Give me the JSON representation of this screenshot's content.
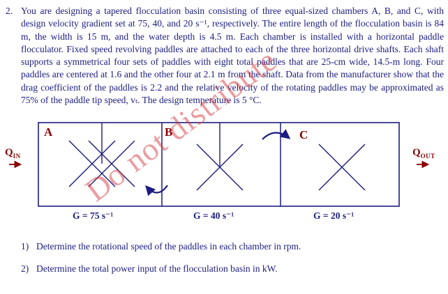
{
  "document": {
    "problem_number": "2.",
    "problem_text": "You are designing a tapered flocculation basin consisting of three equal-sized chambers A, B, and C, with design velocity gradient set at 75, 40, and 20 s⁻¹, respectively. The entire length of the flocculation basin is 84 m, the width is 15 m, and the water depth is 4.5 m. Each chamber is installed with a horizontal paddle flocculator. Fixed speed revolving paddles are attached to each of the three horizontal drive shafts. Each shaft supports a symmetrical four sets of paddles with eight total paddles that are 25-cm wide, 14.5-m long. Four paddles are centered at 1.6 and the other four at 2.1 m from the shaft. Data from the manufacturer show that the drag coefficient of the paddles is 2.2 and the relative velocity of the rotating paddles may be approximated as 75% of the paddle tip speed, vₜ. The design temperature is 5 °C.",
    "watermark_text": "Do not distribute",
    "diagram": {
      "chamber_a_label": "A",
      "chamber_b_label": "B",
      "chamber_c_label": "C",
      "g_labels": [
        "G = 75 s⁻¹",
        "G = 40 s⁻¹",
        "G = 20 s⁻¹"
      ],
      "q_in": {
        "symbol": "Q",
        "subscript": "IN"
      },
      "q_out": {
        "symbol": "Q",
        "subscript": "OUT"
      }
    },
    "questions": [
      {
        "number": "1)",
        "text": "Determine the rotational speed of the paddles in each chamber in rpm."
      },
      {
        "number": "2)",
        "text": "Determine the total power input of the flocculation basin in kW."
      }
    ],
    "colors": {
      "text_navy": "#1c1c80",
      "label_maroon": "#8b0000",
      "watermark_red": "#d63c44"
    }
  }
}
